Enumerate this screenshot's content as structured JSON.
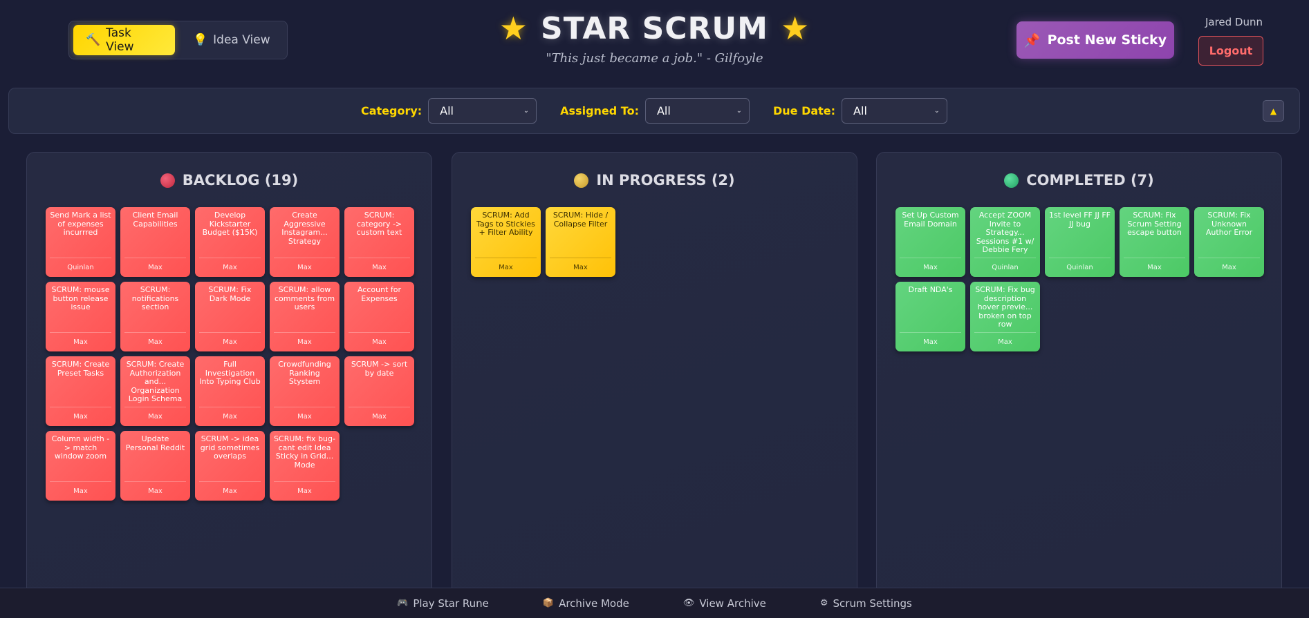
{
  "header": {
    "title": "STAR SCRUM",
    "star_icon": "★",
    "subtitle": "\"This just became a job.\" - Gilfoyle",
    "view_toggle": {
      "task_view": {
        "icon": "🔨",
        "label": "Task View",
        "active": true
      },
      "idea_view": {
        "icon": "💡",
        "label": "Idea View",
        "active": false
      }
    },
    "post_button": {
      "icon": "📌",
      "label": "Post New Sticky"
    },
    "username": "Jared Dunn",
    "logout_label": "Logout"
  },
  "filters": {
    "category": {
      "label": "Category:",
      "value": "All"
    },
    "assigned_to": {
      "label": "Assigned To:",
      "value": "All"
    },
    "due_date": {
      "label": "Due Date:",
      "value": "All"
    },
    "collapse_icon": "▲"
  },
  "colors": {
    "backlog": "#ff5f5f",
    "in_progress": "#ffcc1a",
    "completed": "#58cf74",
    "accent": "#ffd700",
    "post_button": "#9b59b6"
  },
  "columns": {
    "backlog": {
      "title": "BACKLOG (19)",
      "stickies": [
        {
          "title": "Send Mark a list of expenses incurrred",
          "assignee": "Quinlan"
        },
        {
          "title": "Client Email Capabilities",
          "assignee": "Max"
        },
        {
          "title": "Develop Kickstarter Budget ($15K)",
          "assignee": "Max"
        },
        {
          "title": "Create Aggressive Instagram... Strategy",
          "assignee": "Max"
        },
        {
          "title": "SCRUM: category -> custom text",
          "assignee": "Max"
        },
        {
          "title": "SCRUM: mouse button release issue",
          "assignee": "Max"
        },
        {
          "title": "SCRUM: notifications section",
          "assignee": "Max"
        },
        {
          "title": "SCRUM: Fix Dark Mode",
          "assignee": "Max"
        },
        {
          "title": "SCRUM: allow comments from users",
          "assignee": "Max"
        },
        {
          "title": "Account for Expenses",
          "assignee": "Max"
        },
        {
          "title": "SCRUM: Create Preset Tasks",
          "assignee": "Max"
        },
        {
          "title": "SCRUM: Create Authorization and... Organization Login Schema",
          "assignee": "Max"
        },
        {
          "title": "Full Investigation Into Typing Club",
          "assignee": "Max"
        },
        {
          "title": "Crowdfunding Ranking Stystem",
          "assignee": "Max"
        },
        {
          "title": "SCRUM -> sort by date",
          "assignee": "Max"
        },
        {
          "title": "Column width -> match window zoom",
          "assignee": "Max"
        },
        {
          "title": "Update Personal Reddit",
          "assignee": "Max"
        },
        {
          "title": "SCRUM -> idea grid sometimes overlaps",
          "assignee": "Max"
        },
        {
          "title": "SCRUM: fix bug- cant edit Idea Sticky in Grid... Mode",
          "assignee": "Max"
        }
      ]
    },
    "in_progress": {
      "title": "IN PROGRESS (2)",
      "stickies": [
        {
          "title": "SCRUM: Add Tags to Stickies + Filter Ability",
          "assignee": "Max"
        },
        {
          "title": "SCRUM: Hide / Collapse Filter",
          "assignee": "Max"
        }
      ]
    },
    "completed": {
      "title": "COMPLETED (7)",
      "stickies": [
        {
          "title": "Set Up Custom Email Domain",
          "assignee": "Max"
        },
        {
          "title": "Accept ZOOM Invite to Strategy... Sessions #1 w/ Debbie Fery",
          "assignee": "Quinlan"
        },
        {
          "title": "1st level FF JJ FF JJ bug",
          "assignee": "Quinlan"
        },
        {
          "title": "SCRUM: Fix Scrum Setting escape button",
          "assignee": "Max"
        },
        {
          "title": "SCRUM: Fix Unknown Author Error",
          "assignee": "Max"
        },
        {
          "title": "Draft NDA's",
          "assignee": "Max"
        },
        {
          "title": "SCRUM: Fix bug description hover previe... broken on top row",
          "assignee": "Max"
        }
      ]
    }
  },
  "footer": {
    "items": [
      {
        "icon": "🎮",
        "label": "Play Star Rune"
      },
      {
        "icon": "📦",
        "label": "Archive Mode"
      },
      {
        "icon": "👁",
        "label": "View Archive"
      },
      {
        "icon": "⚙",
        "label": "Scrum Settings"
      }
    ]
  }
}
